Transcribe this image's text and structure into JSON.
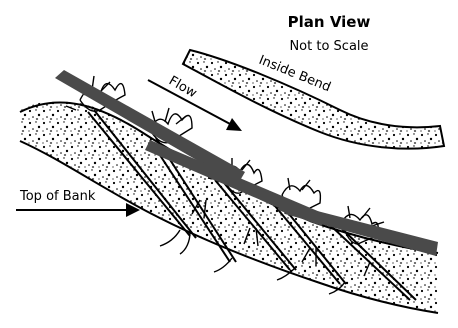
{
  "diagram": {
    "title": "Plan View",
    "subtitle": "Not to Scale",
    "labels": {
      "inside_bend": "Inside Bend",
      "flow": "Flow",
      "top_of_bank": "Top of Bank"
    },
    "colors": {
      "ink": "#000000",
      "revetment_logs": "#4a4a4a",
      "background": "#ffffff"
    },
    "icons": [
      "arrow-right-icon",
      "arrow-diagonal-icon"
    ]
  }
}
